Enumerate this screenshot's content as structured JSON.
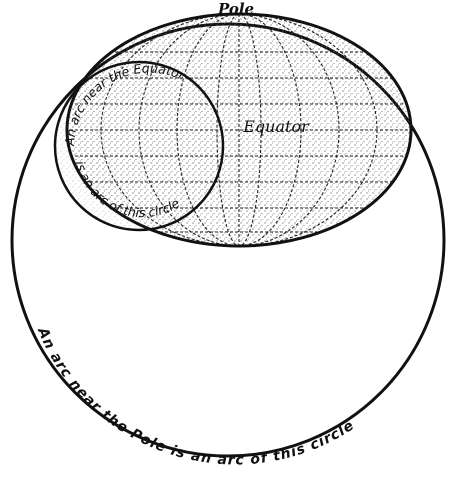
{
  "labels": {
    "pole": "Pole",
    "equator": "Equator",
    "small_circle_line1": "An arc near the Equator",
    "small_circle_line2": "is an arc of this circle",
    "large_circle_text": "An arc near the Pole is an arc of this circle"
  }
}
